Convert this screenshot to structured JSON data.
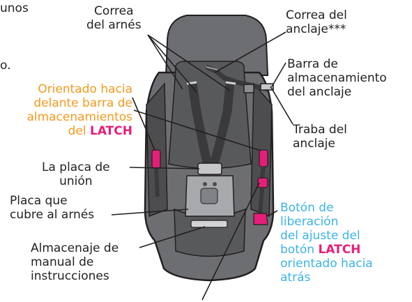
{
  "labels": {
    "cut_top_left": "unos",
    "cut_mid_left": "o.",
    "harness_strap": [
      "Correa",
      "del arnés"
    ],
    "tether_strap": [
      "Correa del",
      "anclaje***"
    ],
    "tether_storage_bar": [
      "Barra de",
      "almacenamiento",
      "del anclaje"
    ],
    "tether_lock": [
      "Traba del",
      "anclaje"
    ],
    "latch_forward": [
      "Orientado hacia",
      "delante barra de",
      "almacenamientos",
      "del "
    ],
    "latch_word_1": "LATCH",
    "chest_clip": [
      "La placa de",
      "unión"
    ],
    "harness_cover": [
      "Placa que",
      "cubre al arnés"
    ],
    "manual_storage": [
      "Almacenaje de",
      "manual de",
      "instrucciones"
    ],
    "latch_release": [
      "Botón de",
      "liberación",
      "del ajuste del",
      "botón "
    ],
    "latch_word_2": "LATCH",
    "latch_release_tail": [
      "orientado hacia",
      "atrás"
    ]
  },
  "colors": {
    "text": "#231f20",
    "orange_label": "#f39a1e",
    "blue_label": "#3bb3e8",
    "latch_pink": "#e61e79",
    "seat_shell": "#6d6e71",
    "seat_dark": "#4d4d4f",
    "strap": "#3a3a3c",
    "buckle": "#c6c7c9"
  }
}
